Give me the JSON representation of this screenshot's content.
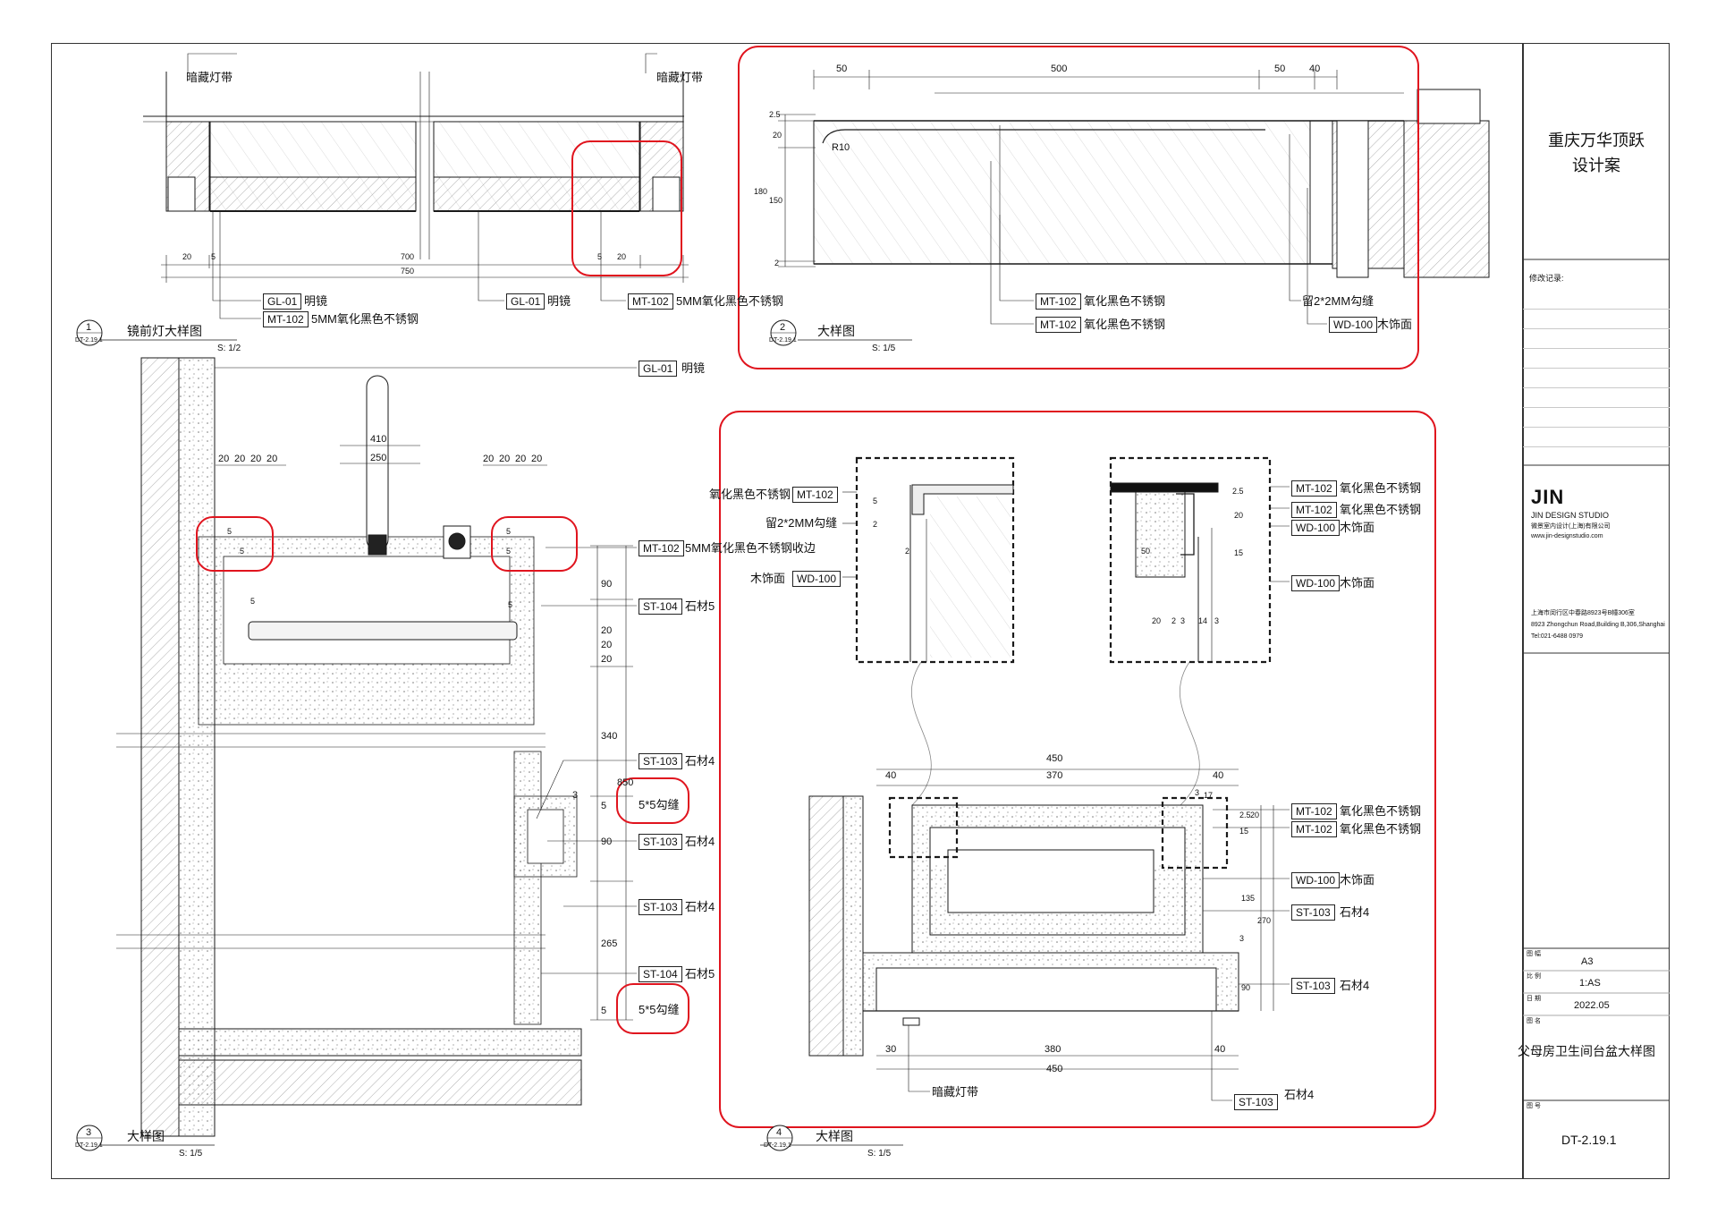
{
  "title_block": {
    "project_line1": "重庆万华顶跃",
    "project_line2": "设计案",
    "revision_label": "修改记录:",
    "studio_logo": "JIN",
    "studio_name": "JIN DESIGN STUDIO",
    "studio_cn": "微景室内设计(上海)有限公司",
    "studio_web": "www.jin-designstudio.com",
    "addr_cn": "上海市闵行区中春路8923号B幢306室",
    "addr_en": "8923 Zhongchun Road,Building B,306,Shanghai",
    "tel": "Tel:021-6488 0979",
    "paper_label": "图 幅",
    "paper_value": "A3",
    "scale_label": "比 例",
    "scale_value": "1:AS",
    "date_label": "日 期",
    "date_value": "2022.05",
    "drawing_name_label": "图 名",
    "drawing_name": "父母房卫生间台盆大样图",
    "drawing_no_label": "图 号",
    "drawing_no": "DT-2.19.1"
  },
  "views": [
    {
      "num": "1",
      "ref": "DT-2.19.1",
      "title": "镜前灯大样图",
      "scale": "S: 1/2"
    },
    {
      "num": "2",
      "ref": "DT-2.19.1",
      "title": "大样图",
      "scale": "S: 1/5"
    },
    {
      "num": "3",
      "ref": "DT-2.19.1",
      "title": "大样图",
      "scale": "S: 1/5"
    },
    {
      "num": "4",
      "ref": "DT-2.19.1",
      "title": "大样图",
      "scale": "S: 1/5"
    }
  ],
  "view1": {
    "hidden_light_left": "暗藏灯带",
    "hidden_light_right": "暗藏灯带",
    "dims": [
      "20",
      "5",
      "700",
      "5",
      "20",
      "750"
    ],
    "tags": [
      {
        "code": "GL-01",
        "text": "明镜"
      },
      {
        "code": "MT-102",
        "text": "5MM氧化黑色不锈钢"
      },
      {
        "code": "GL-01",
        "text": "明镜"
      },
      {
        "code": "MT-102",
        "text": "5MM氧化黑色不锈钢"
      }
    ]
  },
  "view2": {
    "dims_top": [
      "50",
      "500",
      "50",
      "40"
    ],
    "dims_left": [
      "2.5",
      "20",
      "150",
      "180",
      "2"
    ],
    "radius": "R10",
    "tags": [
      {
        "code": "MT-102",
        "text": "氧化黑色不锈钢"
      },
      {
        "code": "MT-102",
        "text": "氧化黑色不锈钢"
      },
      {
        "code": "",
        "text": "留2*2MM勾缝"
      },
      {
        "code": "WD-100",
        "text": "木饰面"
      }
    ]
  },
  "view3": {
    "top_tag": {
      "code": "GL-01",
      "text": "明镜"
    },
    "faucet_dims": [
      "410",
      "250"
    ],
    "left_dims": [
      "20",
      "20",
      "20",
      "20"
    ],
    "right_dims": [
      "20",
      "20",
      "20",
      "20"
    ],
    "small_dims": [
      "5",
      "5",
      "5",
      "5",
      "5",
      "5"
    ],
    "vert_dims": [
      "90",
      "20",
      "20",
      "20",
      "340",
      "850",
      "5",
      "90",
      "265",
      "5"
    ],
    "tags": [
      {
        "code": "MT-102",
        "text": "5MM氧化黑色不锈钢收边"
      },
      {
        "code": "ST-104",
        "text": "石材5"
      },
      {
        "code": "ST-103",
        "text": "石材4"
      },
      {
        "code": "",
        "text": "5*5勾缝"
      },
      {
        "code": "ST-103",
        "text": "石材4"
      },
      {
        "code": "ST-103",
        "text": "石材4"
      },
      {
        "code": "ST-104",
        "text": "石材5"
      },
      {
        "code": "",
        "text": "5*5勾缝"
      }
    ],
    "gap_dim": "3"
  },
  "view4": {
    "detail_a_tags": [
      {
        "code": "MT-102",
        "text": "氧化黑色不锈钢",
        "side": "left"
      },
      {
        "code": "",
        "text": "留2*2MM勾缝",
        "side": "left"
      },
      {
        "code": "WD-100",
        "text": "木饰面",
        "side": "left"
      }
    ],
    "detail_a_dims": [
      "5",
      "2",
      "2"
    ],
    "detail_b_tags": [
      {
        "code": "MT-102",
        "text": "氧化黑色不锈钢"
      },
      {
        "code": "MT-102",
        "text": "氧化黑色不锈钢"
      },
      {
        "code": "WD-100",
        "text": "木饰面"
      },
      {
        "code": "WD-100",
        "text": "木饰面"
      }
    ],
    "detail_b_dims": [
      "2.5",
      "20",
      "15",
      "50",
      "20",
      "2",
      "3",
      "14",
      "3"
    ],
    "main_dims_top": [
      "450",
      "40",
      "370",
      "40"
    ],
    "main_dims_bottom": [
      "30",
      "380",
      "40",
      "450"
    ],
    "main_dims_right": [
      "2.5",
      "20",
      "15",
      "135",
      "270",
      "3",
      "90"
    ],
    "small_dims": [
      "3",
      "17"
    ],
    "tags": [
      {
        "code": "MT-102",
        "text": "氧化黑色不锈钢"
      },
      {
        "code": "MT-102",
        "text": "氧化黑色不锈钢"
      },
      {
        "code": "WD-100",
        "text": "木饰面"
      },
      {
        "code": "ST-103",
        "text": "石材4"
      },
      {
        "code": "ST-103",
        "text": "石材4"
      },
      {
        "code": "ST-103",
        "text": "石材4"
      }
    ],
    "hidden_light": "暗藏灯带"
  },
  "colors": {
    "revision_cloud": "#e0141e",
    "line": "#1a1a1a",
    "hatch": "#8a8a8a",
    "fill": "#f1f1f1"
  }
}
